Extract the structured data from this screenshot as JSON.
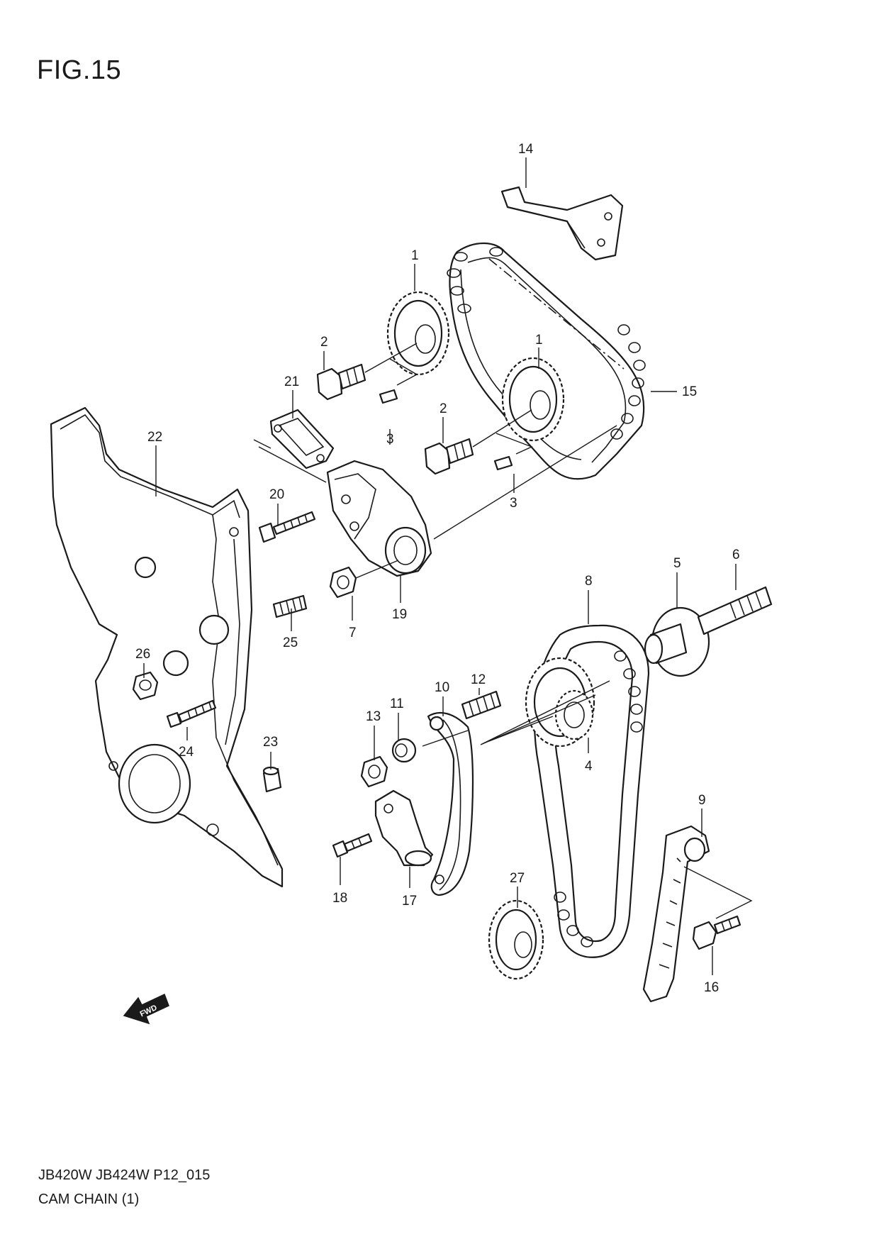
{
  "header": {
    "figure_label": "FIG.15"
  },
  "footer": {
    "model_code": "JB420W JB424W P12_015",
    "section_title": "CAM CHAIN (1)"
  },
  "direction_marker": {
    "label": "FWD"
  },
  "callouts": {
    "c1a": "1",
    "c1b": "1",
    "c2a": "2",
    "c2b": "2",
    "c3a": "3",
    "c3b": "3",
    "c4": "4",
    "c5": "5",
    "c6": "6",
    "c7": "7",
    "c8": "8",
    "c9": "9",
    "c10": "10",
    "c11": "11",
    "c12": "12",
    "c13": "13",
    "c14": "14",
    "c15": "15",
    "c16": "16",
    "c17": "17",
    "c18": "18",
    "c19": "19",
    "c20": "20",
    "c21": "21",
    "c22": "22",
    "c23": "23",
    "c24": "24",
    "c25": "25",
    "c26": "26",
    "c27": "27"
  }
}
